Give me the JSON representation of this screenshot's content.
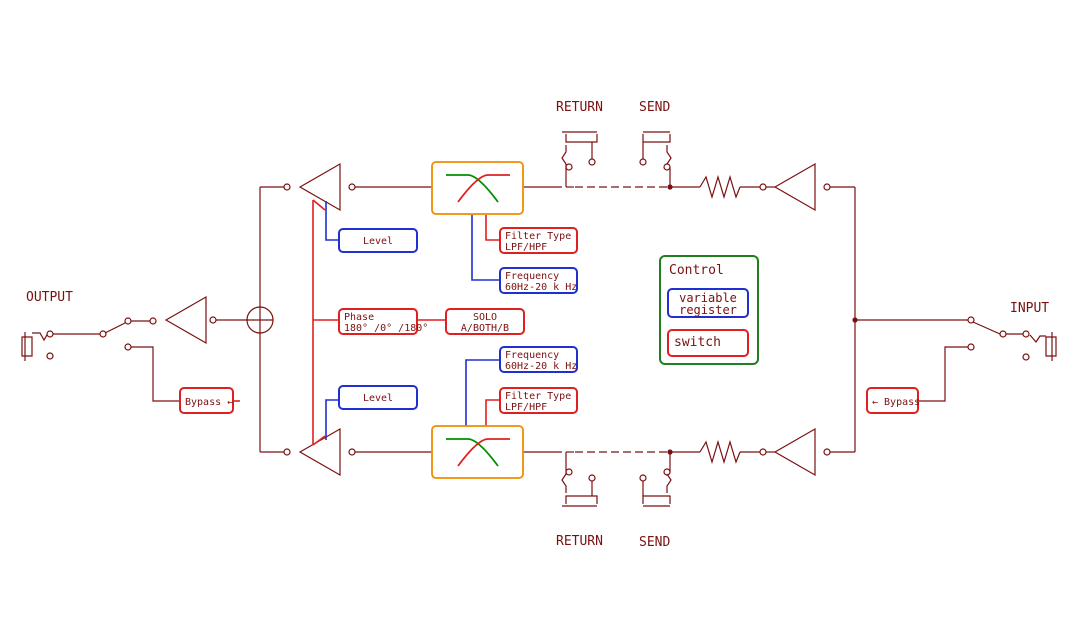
{
  "labels": {
    "output": "OUTPUT",
    "input": "INPUT",
    "return_top": "RETURN",
    "send_top": "SEND",
    "return_bottom": "RETURN",
    "send_bottom": "SEND"
  },
  "boxes": {
    "level_top": "Level",
    "level_bottom": "Level",
    "filter_type_top": [
      "Filter Type",
      "LPF/HPF"
    ],
    "frequency_top": [
      "Frequency",
      "60Hz-20 k Hz"
    ],
    "frequency_bottom": [
      "Frequency",
      "60Hz-20 k Hz"
    ],
    "filter_type_bottom": [
      "Filter Type",
      "LPF/HPF"
    ],
    "phase": [
      "Phase",
      "180° /0° /180°"
    ],
    "solo": [
      "SOLO",
      "A/BOTH/B"
    ],
    "bypass_left": "Bypass ←",
    "bypass_right": "← Bypass"
  },
  "legend": {
    "title": "Control",
    "variable_register": [
      "variable",
      "register"
    ],
    "switch": "switch"
  },
  "colors": {
    "wire": "#7a1010",
    "switch_ctrl": "#e02020",
    "variable_ctrl": "#2030d0",
    "filter_block": "#f08c00",
    "legend_border": "#208020",
    "lpf_curve": "#009000",
    "hpf_curve": "#e02020"
  }
}
